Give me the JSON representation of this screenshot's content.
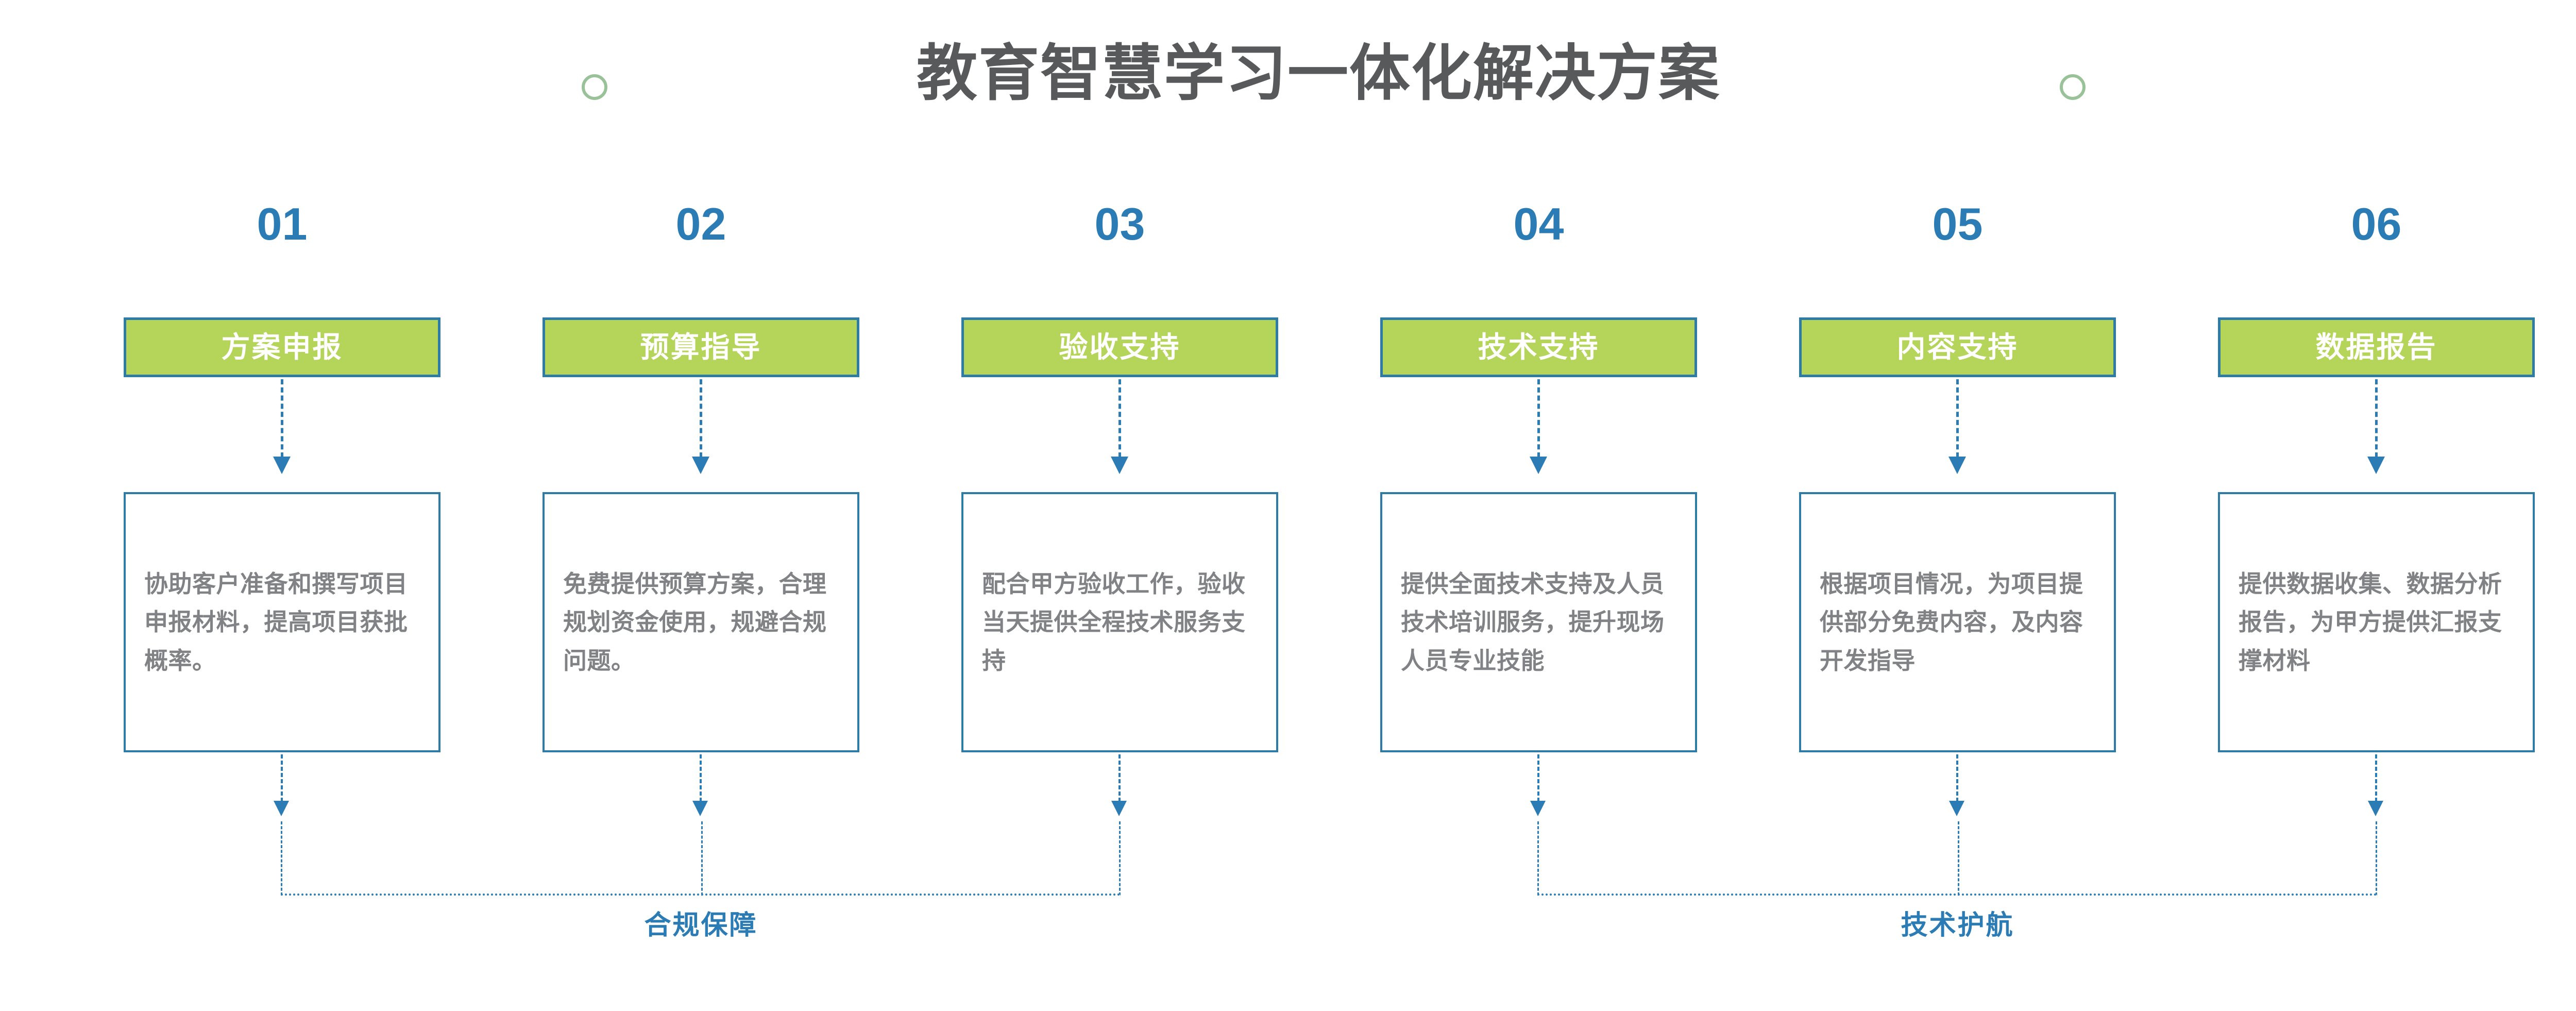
{
  "header": {
    "title": "教育智慧学习一体化解决方案",
    "decorations": [
      {
        "name": "circle-left",
        "shape": "circle-outline",
        "color": "#8fbb8d"
      },
      {
        "name": "circle-right",
        "shape": "circle-outline",
        "color": "#8fbb8d"
      }
    ]
  },
  "theme": {
    "green": "#b5d45a",
    "blue": "#2b7cb5",
    "border_blue": "#2e7ca6",
    "title_gray": "#58595b",
    "body_gray": "#808285",
    "background": "#ffffff"
  },
  "columns": [
    {
      "number": "01",
      "title": "方案申报",
      "description": "协助客户准备和撰写项目申报材料，提高项目获批概率。"
    },
    {
      "number": "02",
      "title": "预算指导",
      "description": "免费提供预算方案，合理规划资金使用，规避合规问题。"
    },
    {
      "number": "03",
      "title": "验收支持",
      "description": "配合甲方验收工作，验收当天提供全程技术服务支持"
    },
    {
      "number": "04",
      "title": "技术支持",
      "description": "提供全面技术支持及人员技术培训服务，提升现场人员专业技能"
    },
    {
      "number": "05",
      "title": "内容支持",
      "description": "根据项目情况，为项目提供部分免费内容，及内容开发指导"
    },
    {
      "number": "06",
      "title": "数据报告",
      "description": "提供数据收集、数据分析报告，为甲方提供汇报支撑材料"
    }
  ],
  "groups": [
    {
      "label": "合规保障",
      "covers": [
        "01",
        "02",
        "03"
      ]
    },
    {
      "label": "技术护航",
      "covers": [
        "04",
        "05",
        "06"
      ]
    }
  ]
}
